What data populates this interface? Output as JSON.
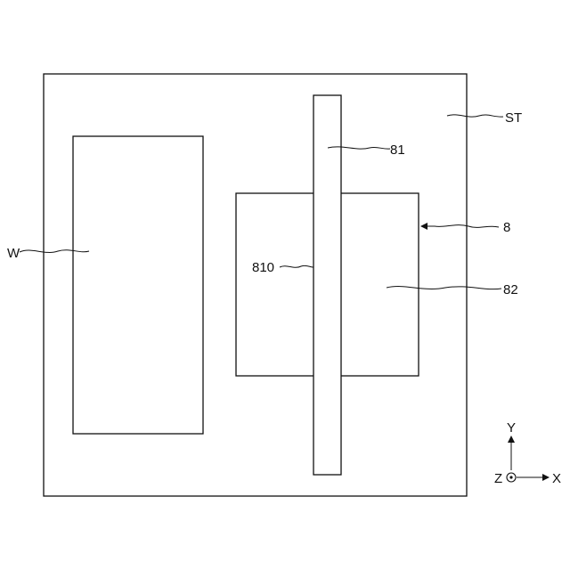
{
  "labels": {
    "stage": "ST",
    "workpiece": "W",
    "member_81": "81",
    "assembly_8": "8",
    "member_810": "810",
    "member_82": "82"
  },
  "axes": {
    "y": "Y",
    "z": "Z",
    "x": "X"
  }
}
